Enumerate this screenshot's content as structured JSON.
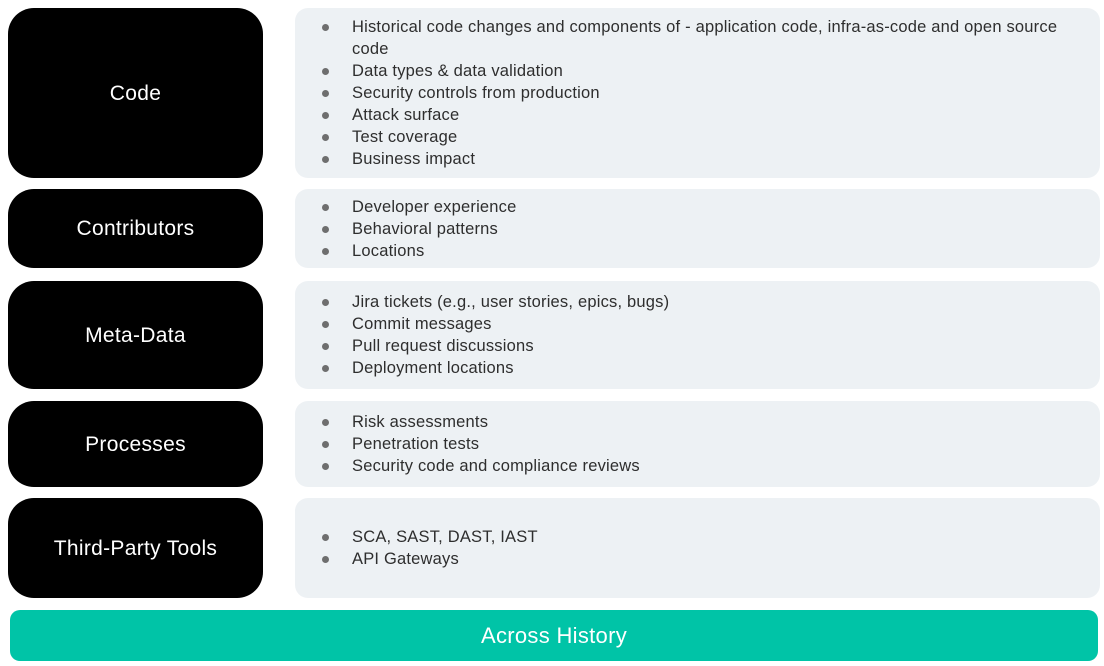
{
  "colors": {
    "box_bg": "#000000",
    "box_text": "#ffffff",
    "panel_bg": "#edf1f4",
    "bullet": "#6e6e6e",
    "text": "#2e2e2e",
    "footer_bg": "#00c4a7",
    "footer_text": "#ffffff",
    "page_bg": "#ffffff"
  },
  "rows": [
    {
      "label": "Code",
      "items": [
        "Historical code changes and components of - application code, infra-as-code and open source code",
        "Data types & data validation",
        "Security controls from production",
        "Attack surface",
        "Test coverage",
        "Business impact"
      ]
    },
    {
      "label": "Contributors",
      "items": [
        "Developer experience",
        "Behavioral patterns",
        "Locations"
      ]
    },
    {
      "label": "Meta-Data",
      "items": [
        "Jira tickets (e.g., user stories, epics, bugs)",
        "Commit messages",
        "Pull request discussions",
        "Deployment locations"
      ]
    },
    {
      "label": "Processes",
      "items": [
        "Risk assessments",
        "Penetration tests",
        "Security code and compliance reviews"
      ]
    },
    {
      "label": "Third-Party Tools",
      "items": [
        "SCA, SAST, DAST, IAST",
        "API Gateways"
      ]
    }
  ],
  "footer": {
    "label": "Across History"
  }
}
